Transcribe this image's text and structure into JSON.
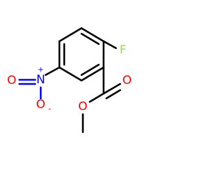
{
  "molecule": {
    "atoms": {
      "fluorine": "F",
      "nitrogen": "N",
      "nitro_oxygen_double": "O",
      "nitro_oxygen_single": "O",
      "carbonyl_oxygen": "O",
      "ester_oxygen": "O"
    },
    "charges": {
      "nitrogen_charge": "+",
      "oxygen_charge": "-"
    }
  },
  "colors": {
    "bond": "#000000",
    "fluorine": "#90e050",
    "nitrogen": "#0000ff",
    "oxygen": "#ff0000",
    "background": "#ffffff"
  }
}
